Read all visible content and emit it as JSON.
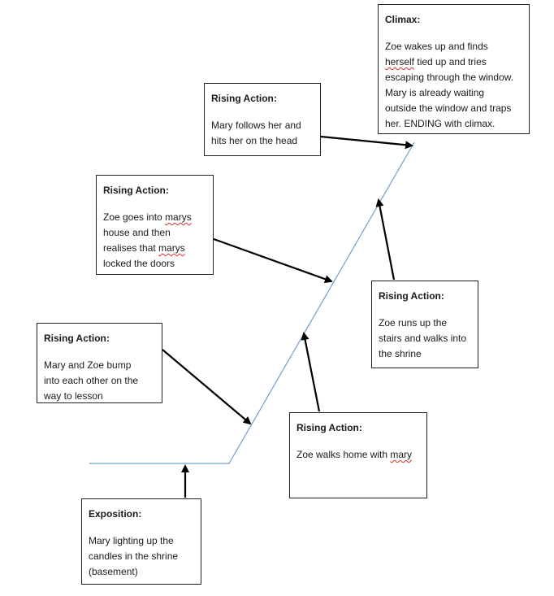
{
  "boxes": {
    "climax": {
      "title": "Climax:",
      "lines": [
        [
          {
            "t": "Zoe wakes up and finds"
          }
        ],
        [
          {
            "t": "herself",
            "sq": true
          },
          {
            "t": " tied up and tries"
          }
        ],
        [
          {
            "t": "escaping through the window."
          }
        ],
        [
          {
            "t": "Mary is already waiting"
          }
        ],
        [
          {
            "t": "outside the window and traps"
          }
        ],
        [
          {
            "t": "her. ENDING with climax."
          }
        ]
      ]
    },
    "rising_1": {
      "title": "Rising Action:",
      "lines": [
        [
          {
            "t": "Mary follows her and"
          }
        ],
        [
          {
            "t": "hits her on the head"
          }
        ]
      ]
    },
    "rising_2": {
      "title": "Rising Action:",
      "lines": [
        [
          {
            "t": "Zoe goes into "
          },
          {
            "t": "marys",
            "sq": true
          }
        ],
        [
          {
            "t": "house and then"
          }
        ],
        [
          {
            "t": "realises that "
          },
          {
            "t": "marys",
            "sq": true
          }
        ],
        [
          {
            "t": "locked the doors"
          }
        ]
      ]
    },
    "rising_3": {
      "title": "Rising Action:",
      "lines": [
        [
          {
            "t": "Zoe runs up the"
          }
        ],
        [
          {
            "t": "stairs and walks into"
          }
        ],
        [
          {
            "t": "the shrine"
          }
        ]
      ]
    },
    "rising_4": {
      "title": "Rising Action:",
      "lines": [
        [
          {
            "t": "Mary and Zoe bump"
          }
        ],
        [
          {
            "t": "into each other on the"
          }
        ],
        [
          {
            "t": "way to lesson"
          }
        ]
      ]
    },
    "rising_5": {
      "title": "Rising Action:",
      "lines": [
        [
          {
            "t": "Zoe walks home with "
          },
          {
            "t": "mary",
            "sq": true
          }
        ]
      ]
    },
    "exposition": {
      "title": "Exposition:",
      "lines": [
        [
          {
            "t": "Mary lighting up the"
          }
        ],
        [
          {
            "t": "candles in the shrine"
          }
        ],
        [
          {
            "t": "(basement)"
          }
        ]
      ]
    }
  },
  "colors": {
    "plot_line": "#6f9fd2",
    "arrow": "#000000",
    "box_border": "#222222",
    "spellcheck_squiggle": "#d03030"
  }
}
